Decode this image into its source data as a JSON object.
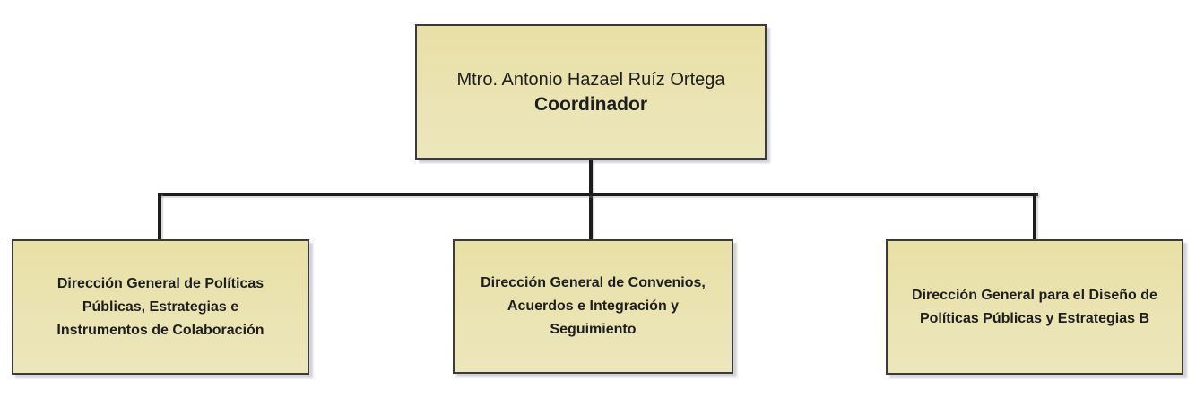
{
  "org": {
    "root": {
      "name": "Mtro. Antonio Hazael Ruíz Ortega",
      "title": "Coordinador"
    },
    "children": [
      {
        "label": "Dirección General de Políticas\nPúblicas, Estrategias e\nInstrumentos de Colaboración"
      },
      {
        "label": "Dirección General de Convenios,\nAcuerdos e Integración y\nSeguimiento"
      },
      {
        "label": "Dirección General para el Diseño de\nPolíticas Públicas y Estrategias B"
      }
    ]
  },
  "theme": {
    "box_fill_top": "#e9e0a6",
    "box_fill_bottom": "#ece6bc",
    "box_border": "#3b3b3b",
    "connector_color": "#1c1c1c",
    "text_color": "#1e1e1e"
  }
}
